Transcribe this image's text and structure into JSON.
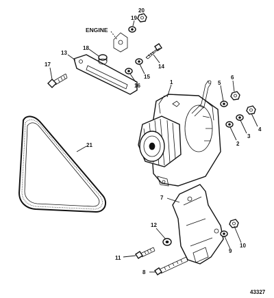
{
  "diagram": {
    "engine_label": "ENGINE",
    "figure_number": "43327",
    "callouts": [
      "1",
      "2",
      "3",
      "4",
      "5",
      "6",
      "7",
      "8",
      "9",
      "10",
      "11",
      "12",
      "13",
      "14",
      "15",
      "16",
      "17",
      "18",
      "19",
      "20",
      "21"
    ]
  }
}
